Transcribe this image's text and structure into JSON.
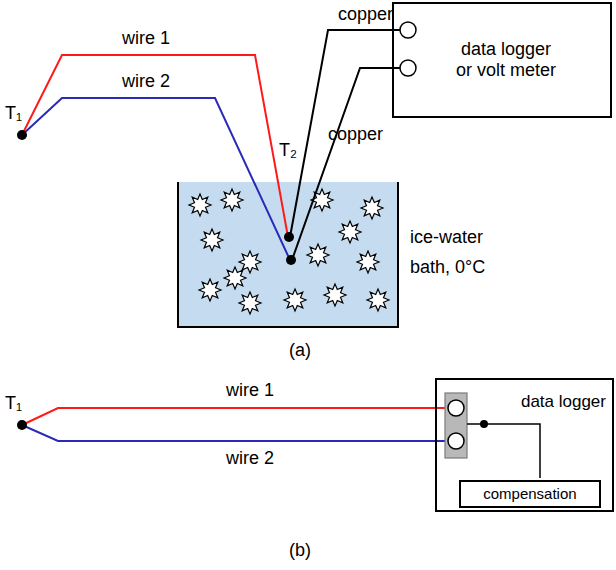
{
  "diagram": {
    "nodes": [
      {
        "text": [
          "data logger or volt meter"
        ]
      },
      {
        "text": [
          "data logger"
        ]
      },
      {
        "text": [
          "compensation"
        ],
        "in": 1
      }
    ],
    "labels": [
      "T₁",
      "wire 1",
      "wire 2",
      "copper",
      "copper",
      "T₂",
      "ice-water bath, 0°C",
      "(a)",
      "T₁",
      "wire 1",
      "wire 2",
      "(b)"
    ]
  }
}
